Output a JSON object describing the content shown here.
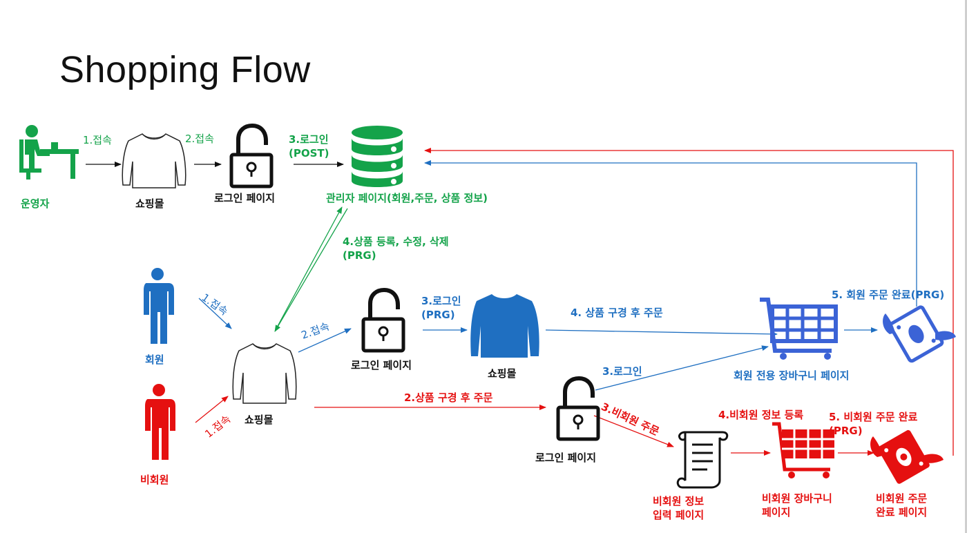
{
  "title": "Shopping Flow",
  "colors": {
    "admin": "#14a34a",
    "member": "#1f6fc1",
    "guest": "#e51010",
    "neutral": "#111111"
  },
  "labels": {
    "operator": "운영자",
    "shop_top": "쇼핑몰",
    "login_page_top": "로그인 페이지",
    "admin_page": "관리자 페이지(회원,주문, 상품 정보)",
    "member": "회원",
    "guest": "비회원",
    "shop_mid": "쇼핑몰",
    "login_page_mid": "로그인 페이지",
    "shop_member": "쇼핑몰",
    "member_cart": "회원 전용 장바구니 페이지",
    "login_page_bottom": "로그인 페이지",
    "guest_info_page": "비회원 정보\n입력 페이지",
    "guest_cart": "비회원 장바구니\n페이지",
    "guest_complete_page": "비회원 주문\n완료 페이지"
  },
  "edges": {
    "op_connect": "1.접속",
    "op_connect2": "2.접속",
    "admin_login": "3.로그인\n(POST)",
    "product_manage": "4.상품 등록, 수정, 삭제\n(PRG)",
    "member_connect": "1.접속",
    "member_connect2": "2.접속",
    "member_login": "3.로그인\n(PRG)",
    "member_order": "4. 상품 구경 후 주문",
    "member_complete": "5. 회원 주문 완료(PRG)",
    "guest_connect": "1.접속",
    "guest_order": "2.상품 구경 후 주문",
    "guest_login": "3.로그인",
    "guest_nonmember": "3.비회원 주문",
    "guest_register": "4.비회원 정보 등록",
    "guest_complete": "5. 비회원 주문 완료\n(PRG)"
  },
  "icons": [
    "operator-icon",
    "shirt-icon",
    "padlock-icon",
    "database-icon",
    "person-icon",
    "cart-icon",
    "flying-money-icon",
    "scroll-icon"
  ]
}
